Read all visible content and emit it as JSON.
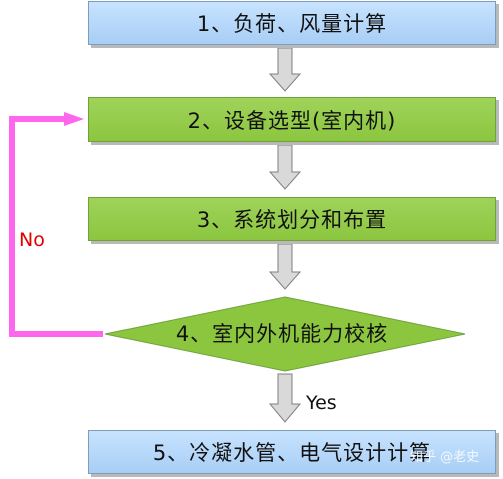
{
  "steps": {
    "step1": "1、负荷、风量计算",
    "step2": "2、设备选型(室内机)",
    "step3": "3、系统划分和布置",
    "step4": "4、室内外机能力校核",
    "step5": "5、冷凝水管、电气设计计算"
  },
  "labels": {
    "no": "No",
    "yes": "Yes"
  },
  "watermark": "知乎 @老史",
  "colors": {
    "blue_box": "#a8cef5",
    "green_box": "#8cc63f",
    "loop_line": "#ff66ee",
    "no_text": "#e00000",
    "arrow_fill": "#d9d9d9"
  }
}
